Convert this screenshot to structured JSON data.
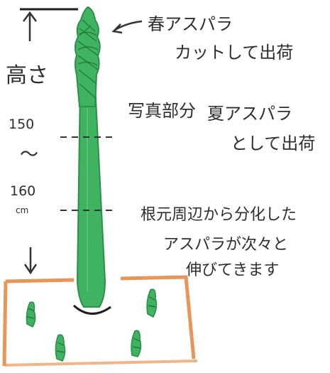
{
  "diagram": {
    "height_label": "高さ",
    "height_low": "150",
    "range_mark": "〜",
    "height_high": "160",
    "unit": "cm",
    "spring_line1": "春アスパラ",
    "spring_line2": "カットして出荷",
    "photo_part": "写真部分",
    "summer_line1": "夏アスパラ",
    "summer_line2": "として出荷",
    "growth_line1": "根元周辺から分化した",
    "growth_line2": "アスパラが次々と",
    "growth_line3": "伸びてきます"
  },
  "colors": {
    "stalk_green": "#3fb35f",
    "stalk_dark": "#2e8e4b",
    "bed_orange": "#e8955a",
    "ink": "#2b2b2b"
  }
}
